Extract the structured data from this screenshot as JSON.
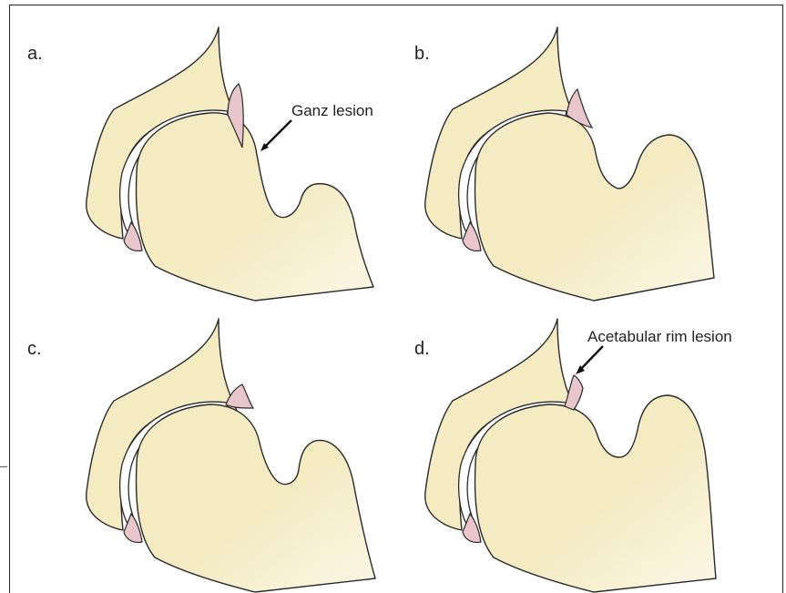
{
  "panels": [
    {
      "label": "a.",
      "annotation": "Ganz lesion"
    },
    {
      "label": "b.",
      "annotation": ""
    },
    {
      "label": "c.",
      "annotation": ""
    },
    {
      "label": "d.",
      "annotation": "Acetabular rim lesion"
    }
  ],
  "colors": {
    "bone": "#f4ebc3",
    "labrum": "#e8c6cc",
    "cartilage": "#ffffff",
    "outline": "#2a2a2a"
  }
}
